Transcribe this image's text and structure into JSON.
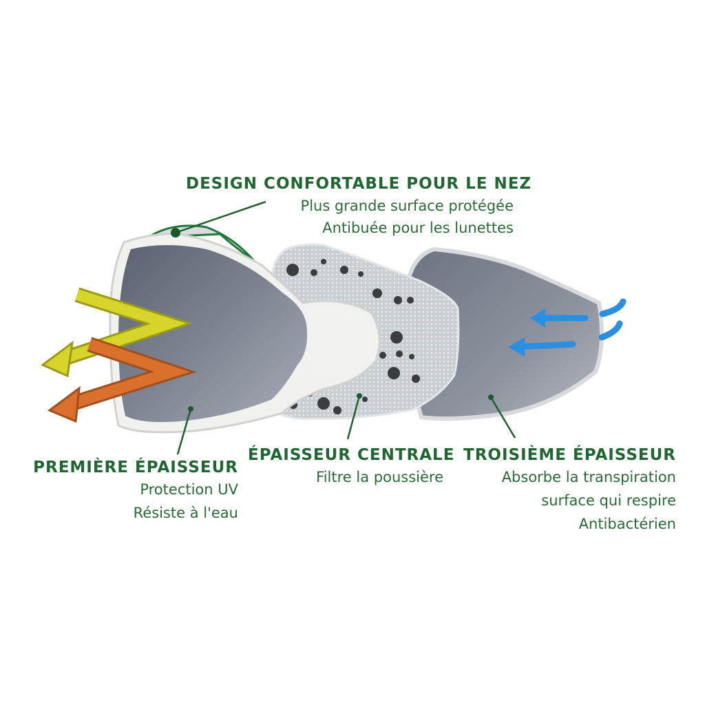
{
  "callouts": {
    "nose": {
      "title": "DESIGN CONFORTABLE POUR LE NEZ",
      "lines": [
        "Plus grande surface protégée",
        "Antibuée pour les lunettes"
      ]
    },
    "first": {
      "title": "PREMIÈRE ÉPAISSEUR",
      "lines": [
        "Protection UV",
        "Résiste à l'eau"
      ]
    },
    "center": {
      "title": "ÉPAISSEUR CENTRALE",
      "lines": [
        "Filtre la poussière"
      ]
    },
    "third": {
      "title": "TROISIÈME ÉPAISSEUR",
      "lines": [
        "Absorbe la transpiration",
        "surface qui respire",
        "Antibactérien"
      ]
    }
  },
  "colors": {
    "text_green": "#1f6630",
    "arrow_yellow": "#d8d52a",
    "arrow_orange": "#d9702c",
    "arrow_blue": "#2a8fe0",
    "layer_gray": "#6f7683"
  }
}
